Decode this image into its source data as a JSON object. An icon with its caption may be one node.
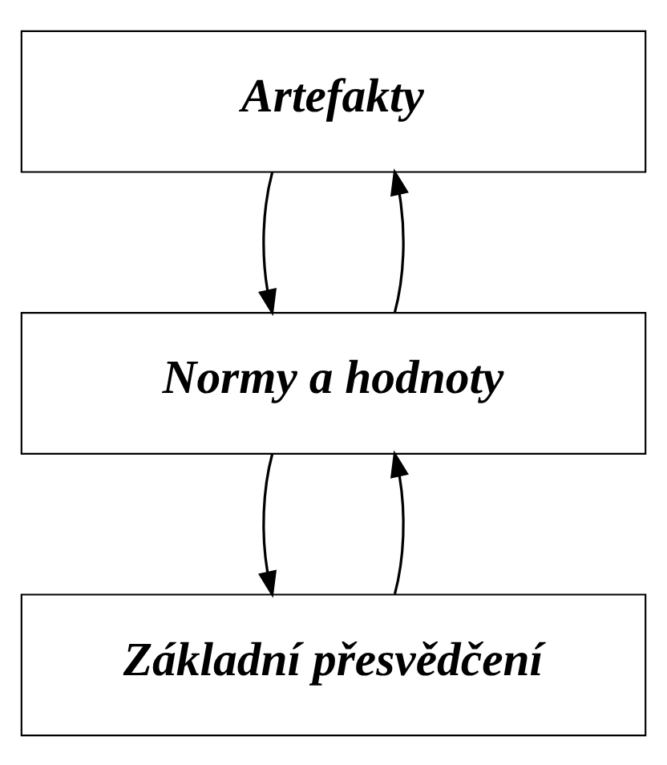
{
  "diagram": {
    "nodes": [
      {
        "text": [
          "Artefakty"
        ]
      },
      {
        "text": [
          "Normy a hodnoty"
        ]
      },
      {
        "text": [
          "Základní přesvědčení"
        ]
      }
    ],
    "edges": [
      {
        "from": 0,
        "to": 1,
        "arrow": "to"
      },
      {
        "from": 1,
        "to": 0,
        "arrow": "to"
      },
      {
        "from": 1,
        "to": 2,
        "arrow": "to"
      },
      {
        "from": 2,
        "to": 1,
        "arrow": "to"
      }
    ]
  }
}
